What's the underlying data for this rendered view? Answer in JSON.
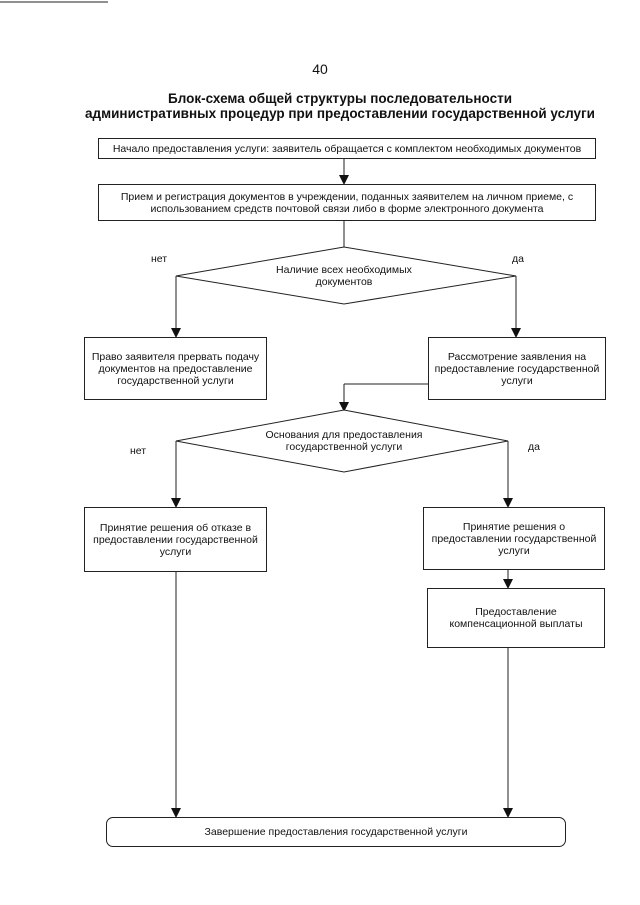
{
  "page_number": "40",
  "title": {
    "line1": "Блок-схема общей структуры последовательности",
    "line2": "административных процедур при предоставлении государственной услуги"
  },
  "nodes": {
    "start": "Начало предоставления услуги: заявитель обращается с комплектом необходимых документов",
    "intake": "Прием и регистрация документов в учреждении, поданных заявителем на личном приеме, с использованием средств почтовой связи либо в форме электронного документа",
    "decision1": "Наличие всех необходимых документов",
    "right_to_stop": "Право заявителя прервать подачу документов на предоставление государственной услуги",
    "review": "Рассмотрение заявления на предоставление государственной услуги",
    "decision2": "Основания для предоставления государственной услуги",
    "refusal": "Принятие решения об отказе в предоставлении государственной услуги",
    "approval": "Принятие решения о предоставлении государственной услуги",
    "payment": "Предоставление компенсационной выплаты",
    "end": "Завершение предоставления государственной услуги"
  },
  "branch_labels": {
    "no": "нет",
    "yes": "да"
  }
}
